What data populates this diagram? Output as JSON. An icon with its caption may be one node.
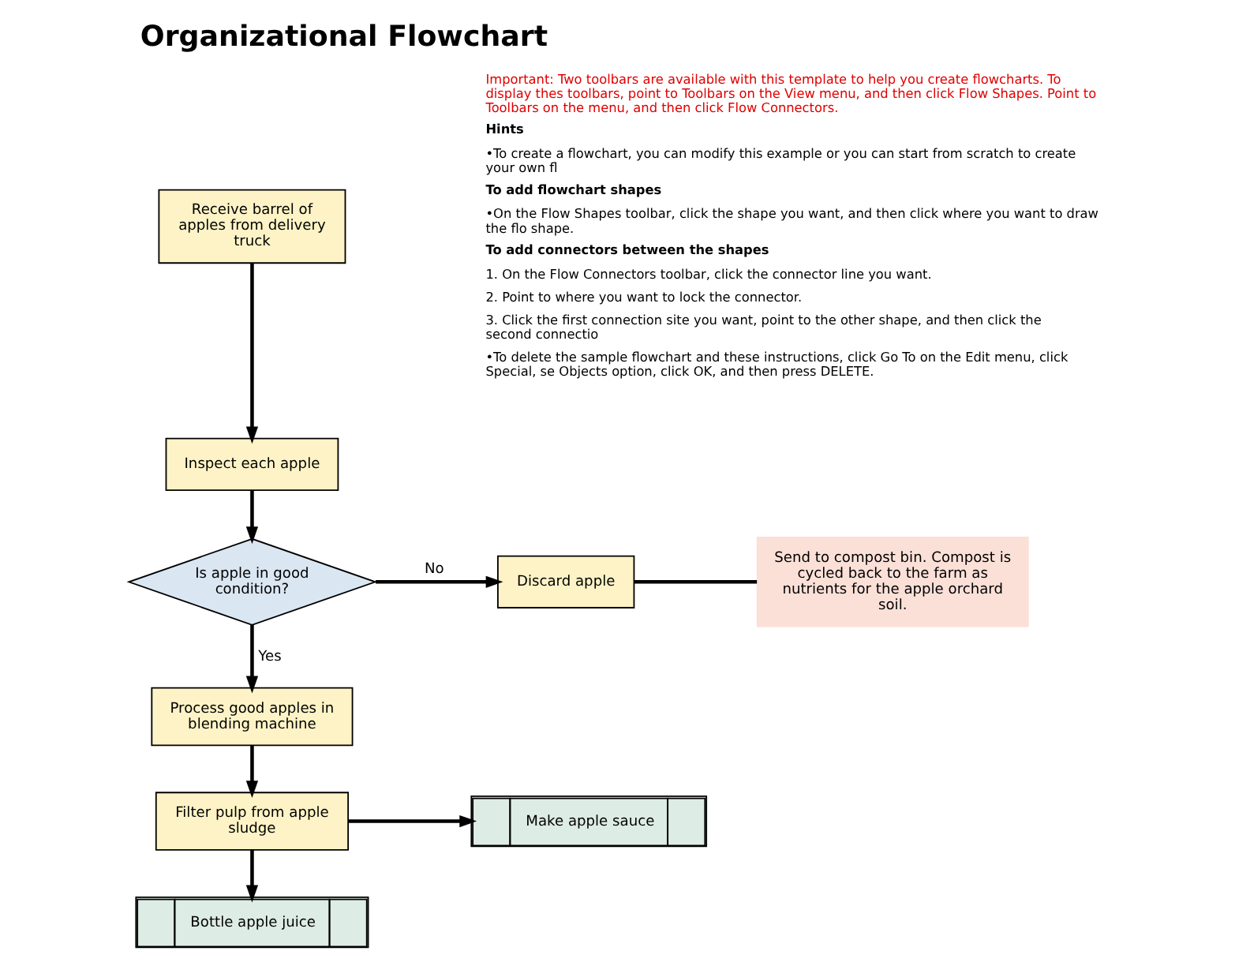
{
  "diagram": {
    "title": "Organizational Flowchart",
    "nodes": [
      {
        "text": [
          "Receive barrel of apples from delivery truck"
        ]
      },
      {
        "text": [
          "Inspect each apple"
        ]
      },
      {
        "text": [
          "Is apple in good condition?"
        ]
      },
      {
        "text": [
          "Discard apple"
        ]
      },
      {
        "text": [
          "Send to compost bin. Compost is cycled back to the farm as nutrients for the apple orchard soil."
        ]
      },
      {
        "text": [
          "Process good apples in blending machine"
        ]
      },
      {
        "text": [
          "Filter pulp from apple sludge"
        ]
      },
      {
        "text": [
          "Make apple sauce"
        ]
      },
      {
        "text": [
          "Bottle apple juice"
        ]
      }
    ],
    "edges": [
      {
        "from": 0,
        "to": 1,
        "arrow": "to"
      },
      {
        "from": 1,
        "to": 2,
        "arrow": "to"
      },
      {
        "from": 2,
        "to": 3,
        "arrow": "to",
        "label": "No"
      },
      {
        "from": 3,
        "to": 4,
        "arrow": "none"
      },
      {
        "from": 2,
        "to": 5,
        "arrow": "to",
        "label": "Yes"
      },
      {
        "from": 5,
        "to": 6,
        "arrow": "to"
      },
      {
        "from": 6,
        "to": 7,
        "arrow": "to"
      },
      {
        "from": 6,
        "to": 8,
        "arrow": "to"
      }
    ],
    "labels": [
      "Important: Two toolbars are available with this template to help you create flowcharts. To display thes toolbars, point to Toolbars on the View menu, and then click Flow Shapes. Point to Toolbars on the menu, and then click Flow Connectors.",
      "Hints",
      "•To create a flowchart, you can modify this example or you can start from scratch to create your own fl",
      "To add flowchart shapes",
      "•On the Flow Shapes toolbar, click the shape you want, and then click where you want to draw the flo shape.",
      "To add connectors between the shapes",
      "1. On the Flow Connectors toolbar, click the connector line you want.",
      "2. Point to where you want to lock the connector.",
      "3. Click the first connection site you want, point to the other shape, and then click the second connectio",
      "•To delete the sample flowchart and these instructions, click Go To on the Edit menu, click Special, se Objects option, click OK, and then press DELETE."
    ]
  }
}
